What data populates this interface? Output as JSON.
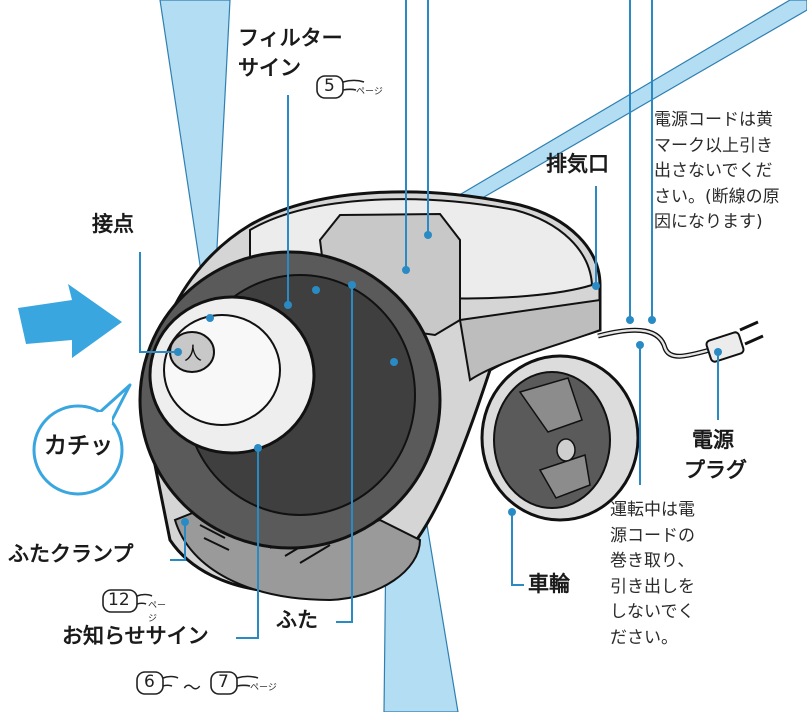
{
  "labels": {
    "filter_sign_1": "フィルター",
    "filter_sign_2": "サイン",
    "contact": "接点",
    "exhaust": "排気口",
    "click_sound": "カチッ",
    "lid_clamp": "ふたクランプ",
    "notice_sign": "お知らせサイン",
    "lid": "ふた",
    "wheel": "車輪",
    "power_plug_1": "電源",
    "power_plug_2": "プラグ"
  },
  "notes": {
    "cord_yellow": [
      "電源コードは黄",
      "マーク以上引き",
      "出さないでくだ",
      "さい。(断線の原",
      "因になります)"
    ],
    "cord_running": [
      "運転中は電",
      "源コードの",
      "巻き取り、",
      "引き出しを",
      "しないでく",
      "ださい。"
    ]
  },
  "page_refs": {
    "filter_sign": "5",
    "lid_clamp": "12",
    "notice_sign_from": "6",
    "notice_sign_to": "7",
    "suffix": "ページ",
    "range_sep": "〜"
  },
  "colors": {
    "beam": "#b3ddf3",
    "arrow": "#3aa6df",
    "body_light": "#e6e6e6",
    "body_dark": "#4a4a4a",
    "outline": "#111111"
  }
}
